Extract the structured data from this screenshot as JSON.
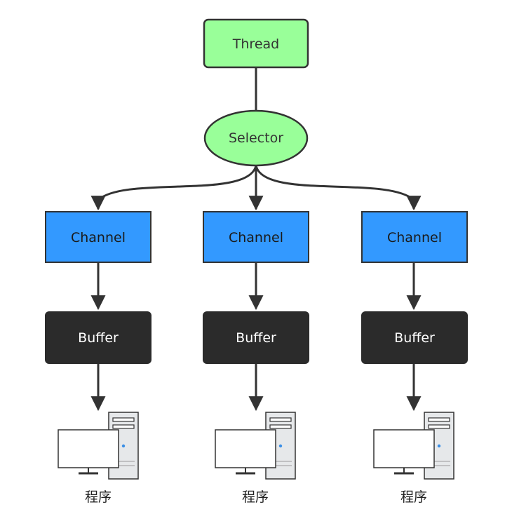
{
  "colors": {
    "thread_fill": "#99ff99",
    "selector_fill": "#99ff99",
    "channel_fill": "#3399ff",
    "buffer_fill": "#2b2b2b",
    "line": "#333333",
    "monitor_fill": "#ffffff",
    "tower_fill": "#e6e8ea",
    "power_led": "#3b8fe6"
  },
  "thread": {
    "label": "Thread"
  },
  "selector": {
    "label": "Selector"
  },
  "channels": [
    {
      "label": "Channel"
    },
    {
      "label": "Channel"
    },
    {
      "label": "Channel"
    }
  ],
  "buffers": [
    {
      "label": "Buffer"
    },
    {
      "label": "Buffer"
    },
    {
      "label": "Buffer"
    }
  ],
  "programs": [
    {
      "icon": "computer-icon",
      "label": "程序"
    },
    {
      "icon": "computer-icon",
      "label": "程序"
    },
    {
      "icon": "computer-icon",
      "label": "程序"
    }
  ]
}
